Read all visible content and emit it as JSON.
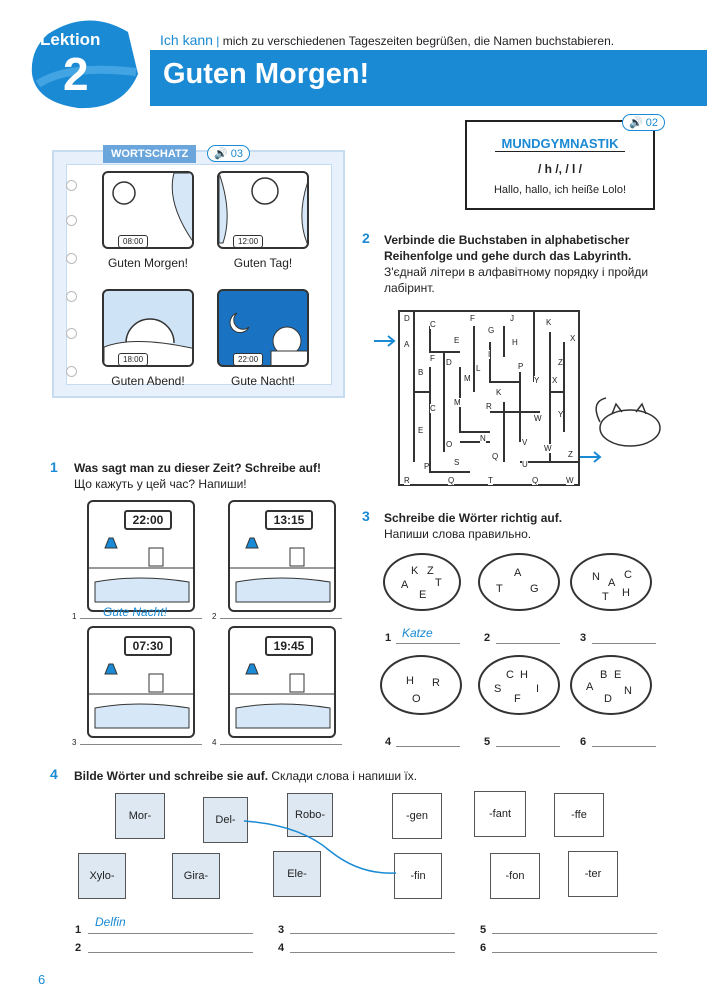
{
  "header": {
    "lektion_label": "Lektion",
    "lektion_number": "2",
    "ich_kann": "Ich kann",
    "ich_kann_sep": "|",
    "ich_kann_text": "mich zu verschiedenen Tageszeiten begrüßen, die Namen buchstabieren.",
    "title": "Guten Morgen!"
  },
  "wortschatz": {
    "label": "WORTSCHATZ",
    "audio": "03",
    "cards": [
      {
        "time": "08:00",
        "caption": "Guten Morgen!"
      },
      {
        "time": "12:00",
        "caption": "Guten Tag!"
      },
      {
        "time": "18:00",
        "caption": "Guten Abend!"
      },
      {
        "time": "22:00",
        "caption": "Gute Nacht!"
      }
    ]
  },
  "mundgymnastik": {
    "title": "MUNDGYMNASTIK",
    "audio": "02",
    "sounds": "/ h /, / l /",
    "phrase": "Hallo, hallo, ich heiße Lolo!"
  },
  "task2": {
    "num": "2",
    "de": "Verbinde die Buchstaben in alphabetischer Reihenfolge und gehe durch das Labyrinth.",
    "ua": "З'єднай літери в алфавітному порядку і пройди лабіринт.",
    "letters": [
      "D",
      "C",
      "F",
      "J",
      "K",
      "A",
      "E",
      "G",
      "H",
      "X",
      "F",
      "I",
      "Z",
      "B",
      "D",
      "L",
      "P",
      "Y",
      "X",
      "M",
      "K",
      "C",
      "M",
      "R",
      "W",
      "Y",
      "E",
      "N",
      "O",
      "V",
      "W",
      "Z",
      "P",
      "S",
      "Q",
      "U",
      "R",
      "Q",
      "T",
      "Q",
      "W"
    ]
  },
  "task1": {
    "num": "1",
    "de": "Was sagt man zu dieser Zeit? Schreibe auf!",
    "ua": "Що кажуть у цей час? Напиши!",
    "times": [
      "22:00",
      "13:15",
      "07:30",
      "19:45"
    ],
    "labels": [
      "1",
      "2",
      "3",
      "4"
    ],
    "answer1": "Gute Nacht!"
  },
  "task3": {
    "num": "3",
    "de": "Schreibe die Wörter richtig auf.",
    "ua": "Напиши слова правильно.",
    "eggs": [
      [
        "K",
        "Z",
        "A",
        "T",
        "E"
      ],
      [
        "A",
        "T",
        "G"
      ],
      [
        "N",
        "C",
        "A",
        "T",
        "H"
      ],
      [
        "H",
        "R",
        "O"
      ],
      [
        "C",
        "H",
        "S",
        "I",
        "F"
      ],
      [
        "B",
        "E",
        "A",
        "N",
        "D"
      ]
    ],
    "labels": [
      "1",
      "2",
      "3",
      "4",
      "5",
      "6"
    ],
    "answer1": "Katze"
  },
  "task4": {
    "num": "4",
    "de": "Bilde Wörter und schreibe sie auf.",
    "ua": "Склади слова і напиши їх.",
    "left": [
      "Mor-",
      "Del-",
      "Robo-",
      "Xylo-",
      "Gira-",
      "Ele-"
    ],
    "right": [
      "-gen",
      "-fant",
      "-ffe",
      "-fin",
      "-fon",
      "-ter"
    ],
    "labels": [
      "1",
      "2",
      "3",
      "4",
      "5",
      "6"
    ],
    "answer1": "Delfin"
  },
  "page_number": "6"
}
